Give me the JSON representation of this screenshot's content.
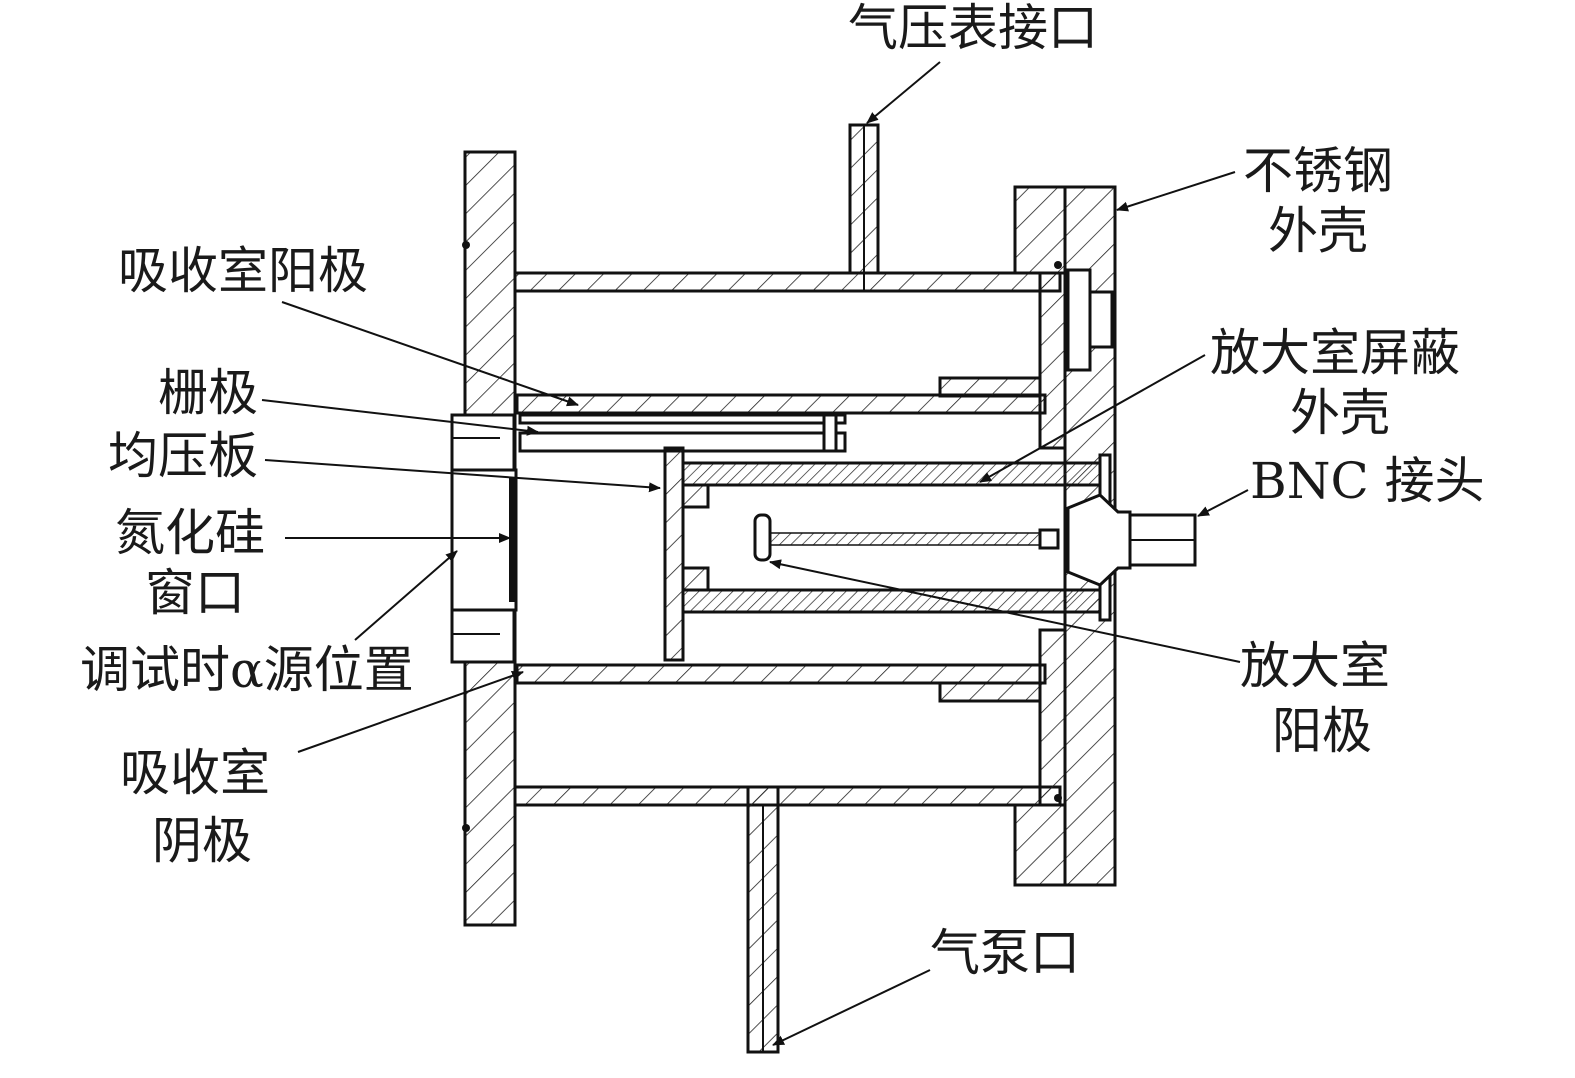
{
  "labels": {
    "gauge_port": "气压表接口",
    "shell_line1": "不锈钢",
    "shell_line2": "外壳",
    "abs_anode": "吸收室阳极",
    "grid": "栅极",
    "grading_plate": "均压板",
    "window_line1": "氮化硅",
    "window_line2": "窗口",
    "alpha_source": "调试时α源位置",
    "amp_shield_line1": "放大室屏蔽",
    "amp_shield_line2": "外壳",
    "bnc": "BNC 接头",
    "amp_anode_line1": "放大室",
    "amp_anode_line2": "阳极",
    "abs_cathode_line1": "吸收室",
    "abs_cathode_line2": "阴极",
    "pump_port": "气泵口"
  }
}
